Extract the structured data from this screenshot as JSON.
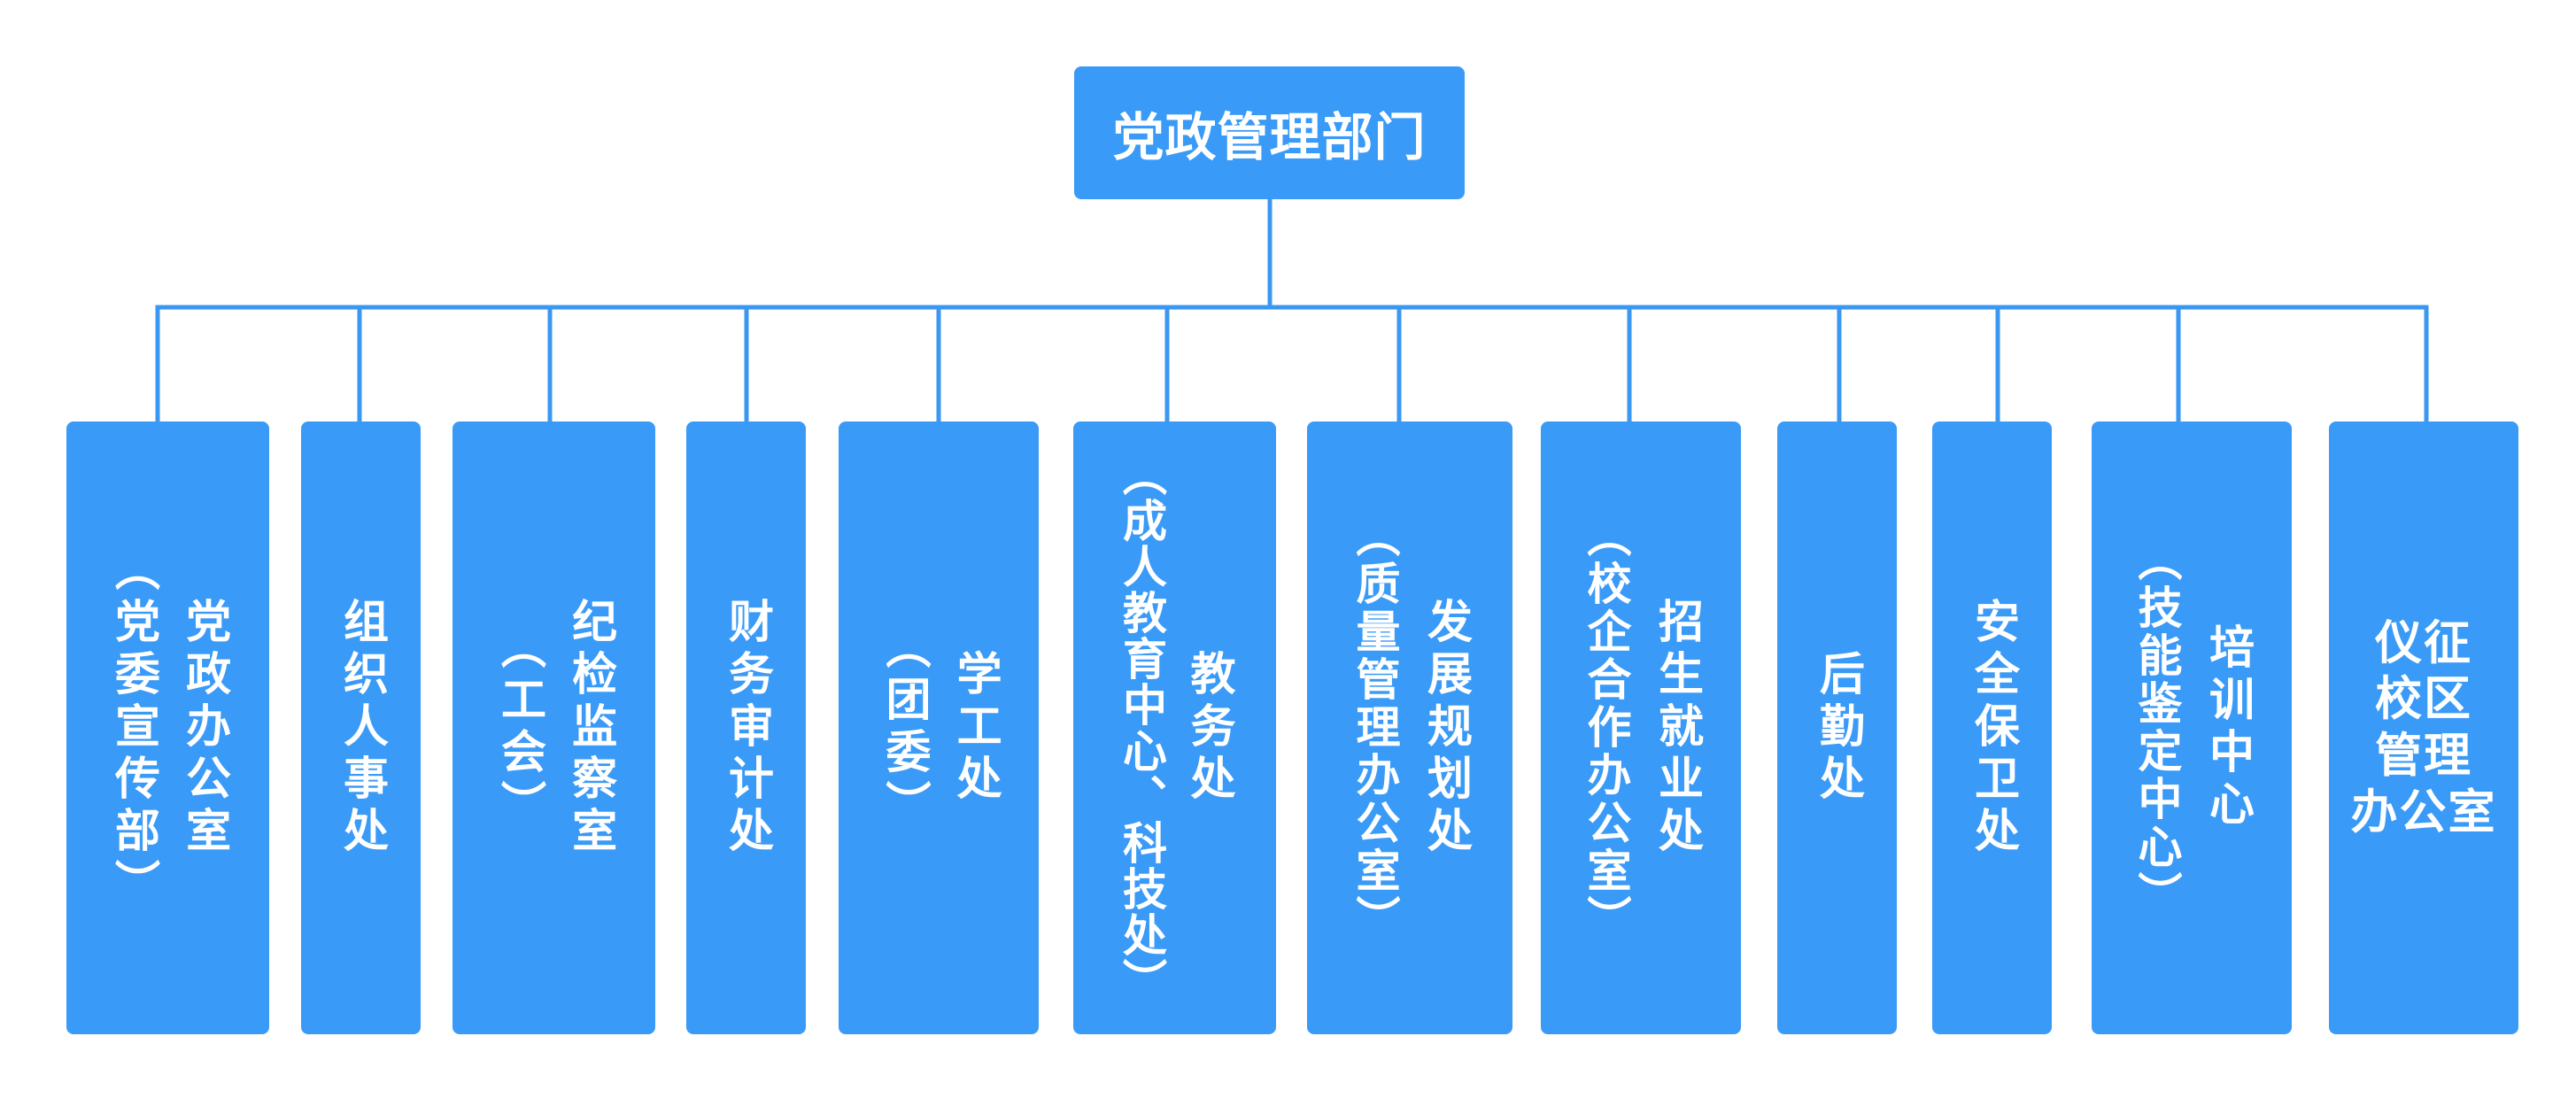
{
  "org_chart": {
    "root": "党政管理部门",
    "departments": [
      {
        "main": "党政办公室",
        "sub": "（党委宣传部）"
      },
      {
        "main": "组织人事处"
      },
      {
        "main": "纪检监察室",
        "sub": "（工会）"
      },
      {
        "main": "财务审计处"
      },
      {
        "main": "学工处",
        "sub": "（团委）"
      },
      {
        "main": "教务处",
        "sub": "（成人教育中心、科技处）"
      },
      {
        "main": "发展规划处",
        "sub": "（质量管理办公室）"
      },
      {
        "main": "招生就业处",
        "sub": "（校企合作办公室）"
      },
      {
        "main": "后勤处"
      },
      {
        "main": "安全保卫处"
      },
      {
        "main": "培训中心",
        "sub": "（技能鉴定中心）"
      },
      {
        "lines": [
          "仪征",
          "校区",
          "管理",
          "办公室"
        ]
      }
    ]
  },
  "colors": {
    "box": "#3a9af7",
    "line": "#3a97f2",
    "text": "#ffffff"
  }
}
